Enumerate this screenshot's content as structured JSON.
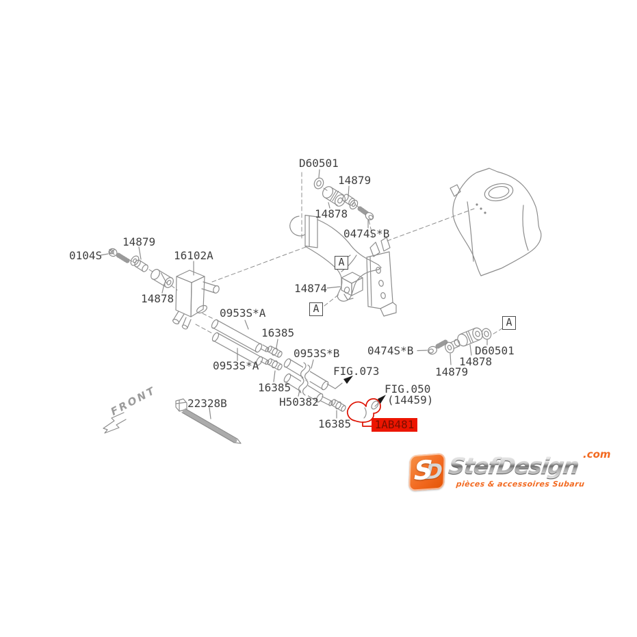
{
  "diagram": {
    "labels": {
      "top_d60501": "D60501",
      "top_14879": "14879",
      "top_14878": "14878",
      "top_0474sb": "0474S*B",
      "left_0104s": "0104S",
      "left_14879": "14879",
      "valve_16102a": "16102A",
      "left_14878": "14878",
      "bracket_14874": "14874",
      "hose_a1": "0953S*A",
      "conn_1": "16385",
      "hose_b": "0953S*B",
      "hose_a2": "0953S*A",
      "conn_2": "16385",
      "hose_h": "H50382",
      "conn_3": "16385",
      "right_0474sb": "0474S*B",
      "right_14879": "14879",
      "right_14878": "14878",
      "right_d60501": "D60501",
      "tie_22328b": "22328B",
      "fig073": "FIG.073",
      "fig050": "FIG.050",
      "fig050_ref": "(14459)",
      "front": "FRONT",
      "marker_a": "A",
      "highlight_1ab481": "1AB481"
    },
    "colors": {
      "line": "#8c8c8c",
      "label_text": "#3f3f3f",
      "highlight_bg": "#ec1500",
      "highlight_text": "#7b0e00",
      "highlight_outline": "#dd1000"
    }
  },
  "watermark": {
    "monogram_front": "S",
    "monogram_back": "D",
    "brand": "StefDesign",
    "tld": ".com",
    "tagline": "pièces & accessoires Subaru",
    "orange": "#f26a21"
  }
}
